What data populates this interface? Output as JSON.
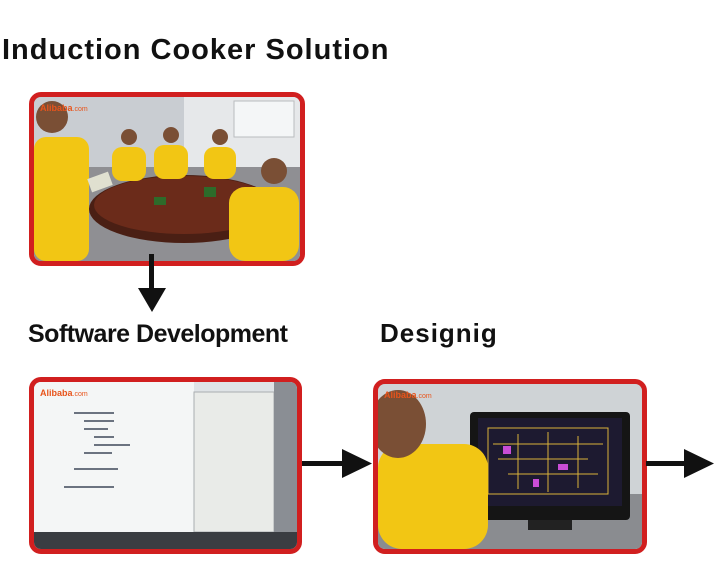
{
  "titles": {
    "main": "Induction Cooker Solution",
    "software": "Software Development",
    "designing": "Designig"
  },
  "logo": {
    "brand": "Alibaba",
    "domain": ".com"
  },
  "colors": {
    "frame": "#d11f1f",
    "shirt": "#f2c614",
    "arrow": "#111111"
  },
  "photos": [
    {
      "id": "meeting",
      "subject": "team meeting at conference table"
    },
    {
      "id": "software",
      "subject": "code editor on monitor"
    },
    {
      "id": "design",
      "subject": "PCB layout on monitor"
    }
  ],
  "icons": [
    "down-arrow-icon",
    "right-arrow-icon",
    "right-arrow-icon"
  ]
}
